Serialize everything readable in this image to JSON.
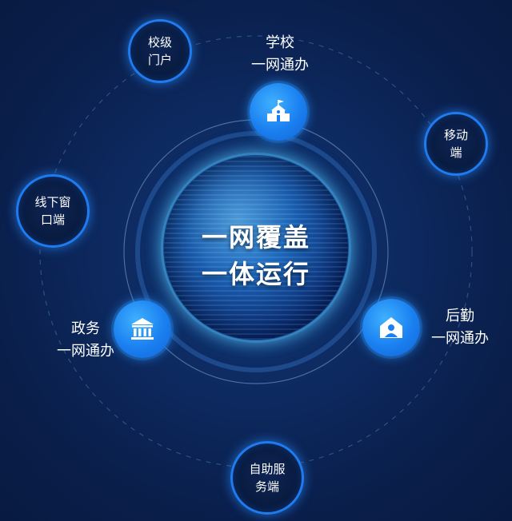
{
  "center": {
    "line1": "一网覆盖",
    "line2": "一体运行"
  },
  "inner_nodes": [
    {
      "id": "school",
      "line1": "学校",
      "line2": "一网通办",
      "icon": "school-building-icon"
    },
    {
      "id": "gov",
      "line1": "政务",
      "line2": "一网通办",
      "icon": "government-building-icon"
    },
    {
      "id": "logistics",
      "line1": "后勤",
      "line2": "一网通办",
      "icon": "house-person-icon"
    }
  ],
  "outer_nodes": [
    {
      "id": "portal",
      "line1": "校级",
      "line2": "门户"
    },
    {
      "id": "mobile",
      "line1": "移动",
      "line2": "端"
    },
    {
      "id": "offline",
      "line1": "线下窗",
      "line2": "口端"
    },
    {
      "id": "selfservice",
      "line1": "自助服",
      "line2": "务端"
    }
  ],
  "colors": {
    "background": "#0b2050",
    "accent": "#1f7cf0",
    "node_blue": "#1a7ff0",
    "text": "#ffffff"
  }
}
